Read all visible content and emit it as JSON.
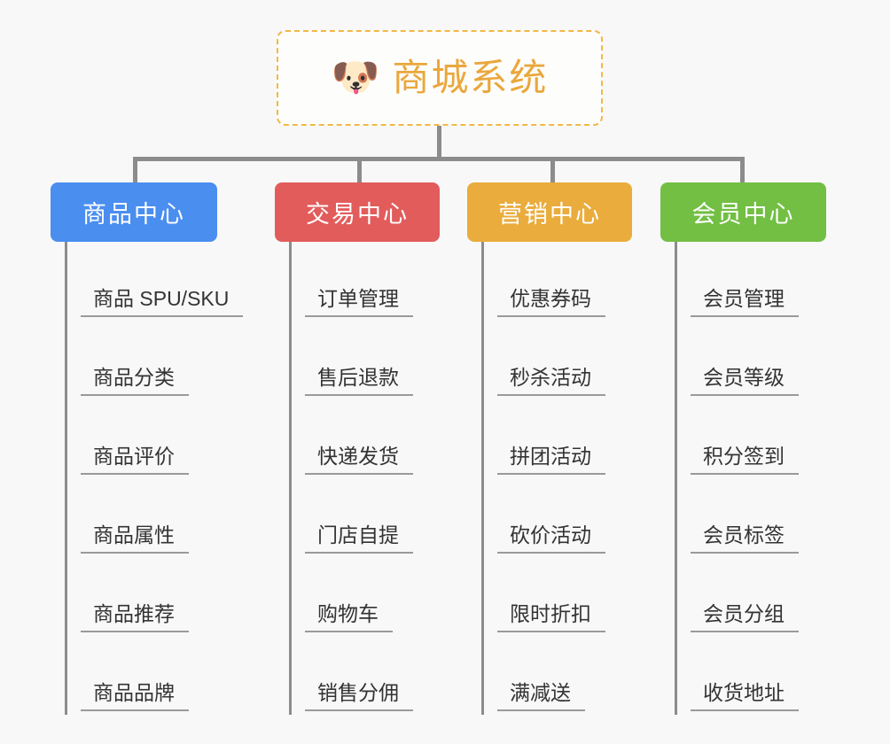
{
  "background_color": "#f8f8f8",
  "root": {
    "icon": "dog-face-icon",
    "icon_glyph": "🐶",
    "title": "商城系统",
    "title_color": "#eaa73c",
    "border_color": "#f2b846"
  },
  "connector_color": "#8c8c8c",
  "branches": [
    {
      "label": "商品中心",
      "color": "#4a8ef0",
      "items": [
        "商品 SPU/SKU",
        "商品分类",
        "商品评价",
        "商品属性",
        "商品推荐",
        "商品品牌"
      ]
    },
    {
      "label": "交易中心",
      "color": "#e25c5c",
      "items": [
        "订单管理",
        "售后退款",
        "快递发货",
        "门店自提",
        "购物车",
        "销售分佣"
      ]
    },
    {
      "label": "营销中心",
      "color": "#eaac3c",
      "items": [
        "优惠券码",
        "秒杀活动",
        "拼团活动",
        "砍价活动",
        "限时折扣",
        "满减送"
      ]
    },
    {
      "label": "会员中心",
      "color": "#72bf44",
      "items": [
        "会员管理",
        "会员等级",
        "积分签到",
        "会员标签",
        "会员分组",
        "收货地址"
      ]
    }
  ]
}
